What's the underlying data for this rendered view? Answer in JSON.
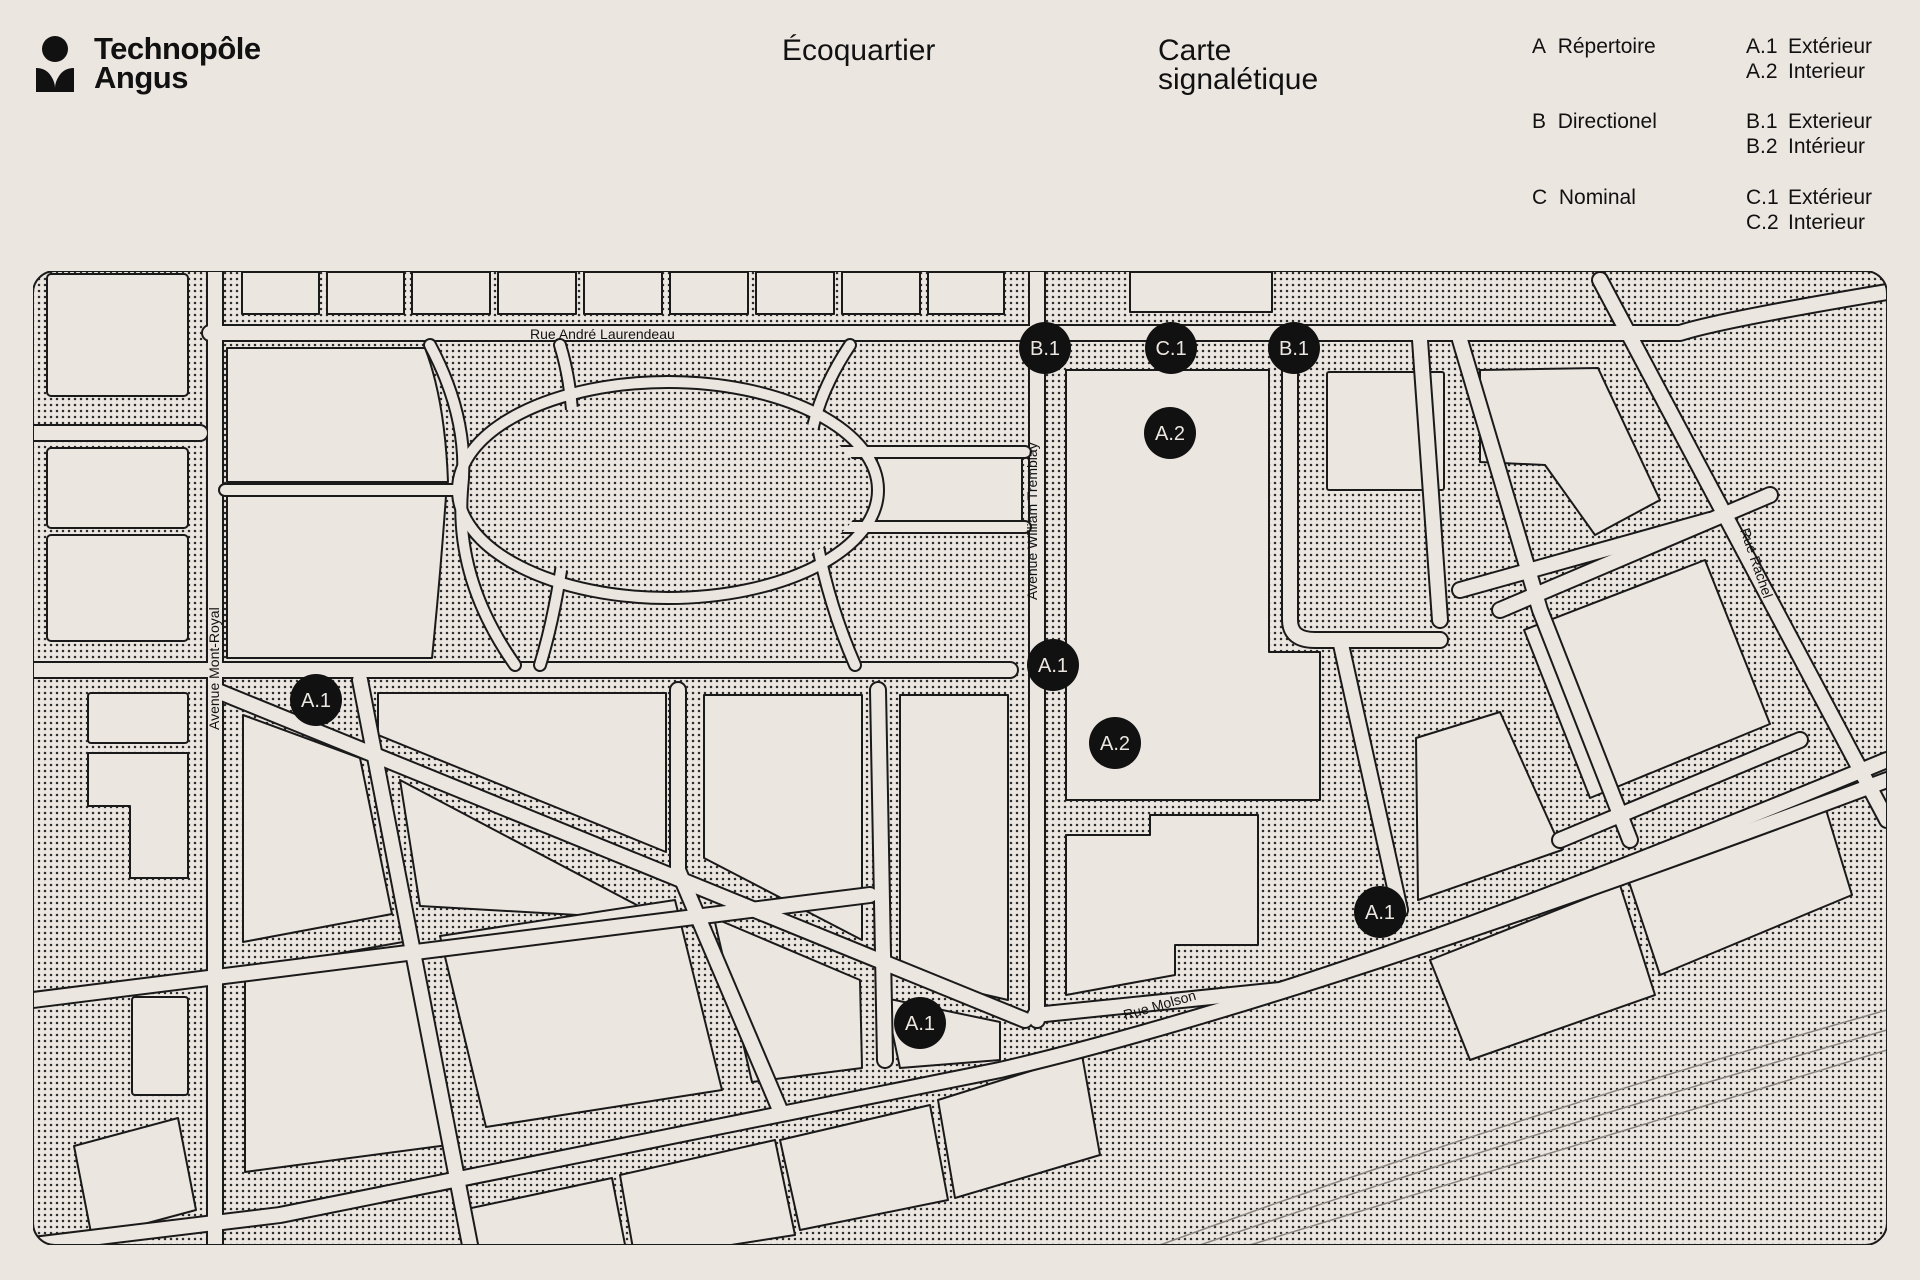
{
  "brand": {
    "name_line1": "Technopôle",
    "name_line2": "Angus"
  },
  "header": {
    "section": "Écoquartier",
    "title_line1": "Carte",
    "title_line2": "signalétique"
  },
  "legend": {
    "categories": [
      {
        "code": "A",
        "label": "Répertoire",
        "items": [
          {
            "code": "A.1",
            "label": "Extérieur"
          },
          {
            "code": "A.2",
            "label": "Interieur"
          }
        ]
      },
      {
        "code": "B",
        "label": "Directionel",
        "items": [
          {
            "code": "B.1",
            "label": "Exterieur"
          },
          {
            "code": "B.2",
            "label": "Intérieur"
          }
        ]
      },
      {
        "code": "C",
        "label": "Nominal",
        "items": [
          {
            "code": "C.1",
            "label": "Extérieur"
          },
          {
            "code": "C.2",
            "label": "Interieur"
          }
        ]
      }
    ]
  },
  "map": {
    "streets": {
      "andre_laurendeau": "Rue André Laurendeau",
      "william_tremblay": "Avenue William Tremblay",
      "mont_royal": "Avenue Mont-Royal",
      "molson": "Rue Molson",
      "rachel": "Rue Rachel"
    },
    "markers": [
      "B.1",
      "C.1",
      "B.1",
      "A.2",
      "A.1",
      "A.1",
      "A.2",
      "A.1",
      "A.1"
    ]
  },
  "colors": {
    "paper": "#ece6e1",
    "ink": "#111111"
  },
  "icons": {
    "logo": "technopole-angus-logo-icon"
  }
}
